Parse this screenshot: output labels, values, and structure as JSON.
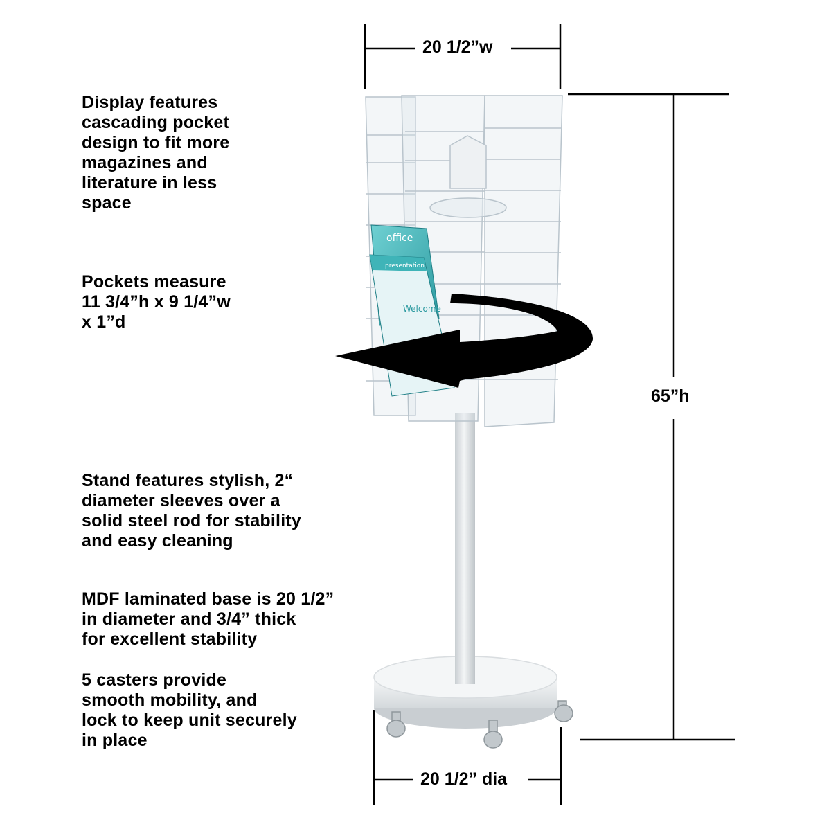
{
  "features": [
    {
      "id": "display",
      "text": "Display features\ncascading pocket\ndesign to fit more\nmagazines and\nliterature in less\nspace"
    },
    {
      "id": "pockets",
      "text": "Pockets measure\n11 3/4”h x 9 1/4”w\nx 1”d"
    },
    {
      "id": "stand",
      "text": "Stand features stylish, 2“\ndiameter sleeves over a\nsolid steel rod for stability\nand easy cleaning"
    },
    {
      "id": "base",
      "text": "MDF laminated base is 20 1/2”\nin diameter and 3/4” thick\nfor excellent stability"
    },
    {
      "id": "casters",
      "text": "5 casters provide\nsmooth mobility, and\nlock to keep unit securely\nin place"
    }
  ],
  "dimensions": {
    "width": "20 1/2”w",
    "height": "65”h",
    "base_diameter": "20 1/2” dia"
  },
  "product_image": {
    "magazines": [
      "office",
      "presentation",
      "Welcome"
    ],
    "icons": [
      "rotation-arrow-icon",
      "caster-icon"
    ]
  },
  "colors": {
    "text": "#000000",
    "stand": "#dfe3e6",
    "acrylic": "#c9d3da",
    "magazine_accent": "#3fb4b8",
    "background": "#ffffff"
  }
}
